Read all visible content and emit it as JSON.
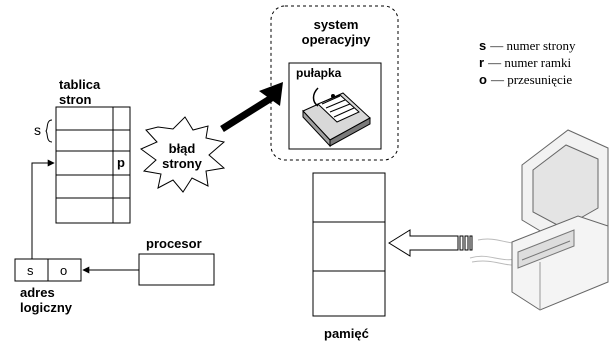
{
  "os_box": {
    "title_line1": "system",
    "title_line2": "operacyjny",
    "trap_label": "pułapka"
  },
  "page_table": {
    "title_line1": "tablica",
    "title_line2": "stron",
    "index_label": "s",
    "entry_label": "p"
  },
  "page_fault": {
    "line1": "błąd",
    "line2": "strony"
  },
  "processor": {
    "label": "procesor"
  },
  "logical_address": {
    "field_s": "s",
    "field_o": "o",
    "label_line1": "adres",
    "label_line2": "logiczny"
  },
  "memory": {
    "label": "pamięć"
  },
  "legend": [
    {
      "key": "s",
      "text": "— numer strony"
    },
    {
      "key": "r",
      "text": "— numer ramki"
    },
    {
      "key": "o",
      "text": "— przesunięcie"
    }
  ],
  "icons": {
    "trap": "mousetrap-icon",
    "computer": "computer-icon"
  }
}
